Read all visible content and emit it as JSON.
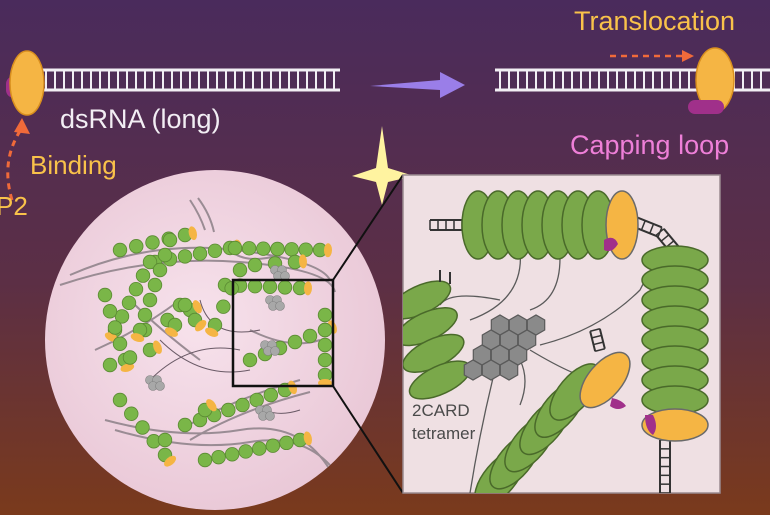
{
  "labels": {
    "dsrna": "dsRNA (long)",
    "binding": "Binding",
    "protein_fragment": "P2",
    "translocation": "Translocation",
    "capping_loop": "Capping loop",
    "tetramer_line1": "2CARD",
    "tetramer_line2": "tetramer"
  },
  "colors": {
    "bg_top": "#4a2b5c",
    "bg_bottom": "#7a3a1c",
    "helicase": "#7ab648",
    "helicase_dark": "#5a8a32",
    "inset_helicase": "#7aa84a",
    "ctd": "#f5b544",
    "capping_loop": "#a0308a",
    "card": "#8a8a8a",
    "arrow_purple": "#9a7ee8",
    "arrow_orange": "#f06a3a",
    "star_yellow": "#fff3a0",
    "circle_fill": "#f0d0e0",
    "inset_fill": "#efe0e3"
  }
}
